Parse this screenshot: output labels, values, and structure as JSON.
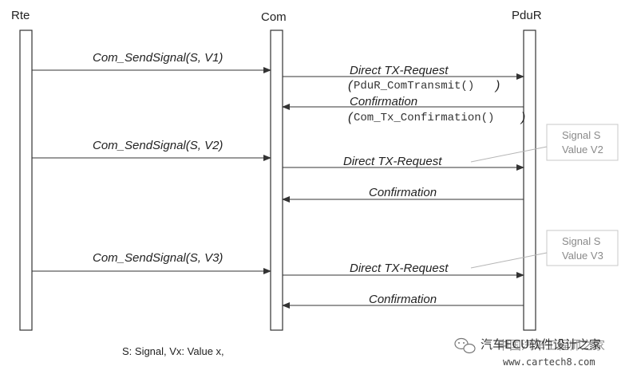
{
  "lanes": {
    "rte": "Rte",
    "com": "Com",
    "pdur": "PduR"
  },
  "messages": {
    "send_v1": "Com_SendSignal(S, V1)",
    "req_1": "Direct TX-Request",
    "req_1_api": "PduR_ComTransmit()",
    "conf_1": "Confirmation",
    "conf_1_api": "Com_Tx_Confirmation()",
    "send_v2": "Com_SendSignal(S, V2)",
    "req_2": "Direct TX-Request",
    "conf_2": "Confirmation",
    "send_v3": "Com_SendSignal(S, V3)",
    "req_3": "Direct TX-Request",
    "conf_3": "Confirmation"
  },
  "notes": {
    "note_1_line1": "Signal S",
    "note_1_line2": "Value V2",
    "note_2_line1": "Signal S",
    "note_2_line2": "Value V3"
  },
  "legend": "S: Signal,  Vx: Value x,",
  "watermark": {
    "brand": "汽车ECU软件设计之家",
    "site_cn": "中国汽车工程师之家",
    "url": "www.cartech8.com"
  },
  "colors": {
    "line": "#333333",
    "note_border": "#c8c8c8",
    "note_text": "#8a8a8a"
  }
}
